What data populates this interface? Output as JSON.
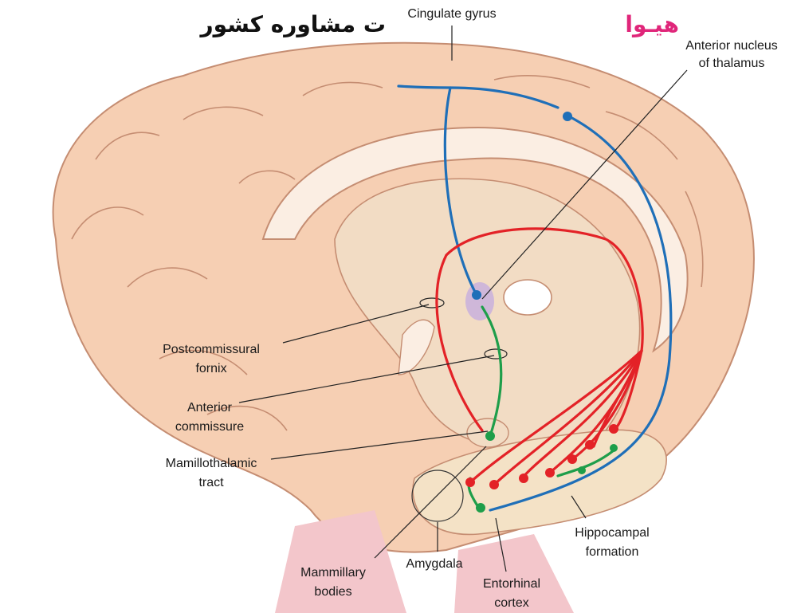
{
  "watermark": {
    "brand": "هیـوا",
    "rest": "ت مشاوره کشور",
    "brand_color": "#e0267a",
    "text_color": "#111111"
  },
  "labels": {
    "cingulate_gyrus": "Cingulate gyrus",
    "anterior_nucleus_1": "Anterior nucleus",
    "anterior_nucleus_2": "of thalamus",
    "postcommissural_1": "Postcommissural",
    "postcommissural_2": "fornix",
    "anterior_commissure_1": "Anterior",
    "anterior_commissure_2": "commissure",
    "mamillothalamic_1": "Mamillothalamic",
    "mamillothalamic_2": "tract",
    "mammillary_1": "Mammillary",
    "mammillary_2": "bodies",
    "amygdala": "Amygdala",
    "entorhinal_1": "Entorhinal",
    "entorhinal_2": "cortex",
    "hippocampal_1": "Hippocampal",
    "hippocampal_2": "formation"
  },
  "pathway_colors": {
    "cortical_projection": "#1f6fb8",
    "fornix": "#e32227",
    "mamillothalamic": "#1e9e4a",
    "brain_fill": "#f6cfb3",
    "brain_outline": "#c58d72",
    "brainstem_fill": "#f3c6cb"
  }
}
